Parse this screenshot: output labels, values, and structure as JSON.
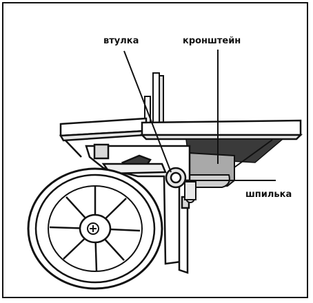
{
  "labels": {
    "bushing": "втулка",
    "bracket": "кронштейн",
    "pin": "шпилька"
  },
  "colors": {
    "ink": "#111111",
    "bracket_fill": "#a9a9a9",
    "dark_fill": "#3a3a3a",
    "light_fill": "#d9d9d9"
  }
}
